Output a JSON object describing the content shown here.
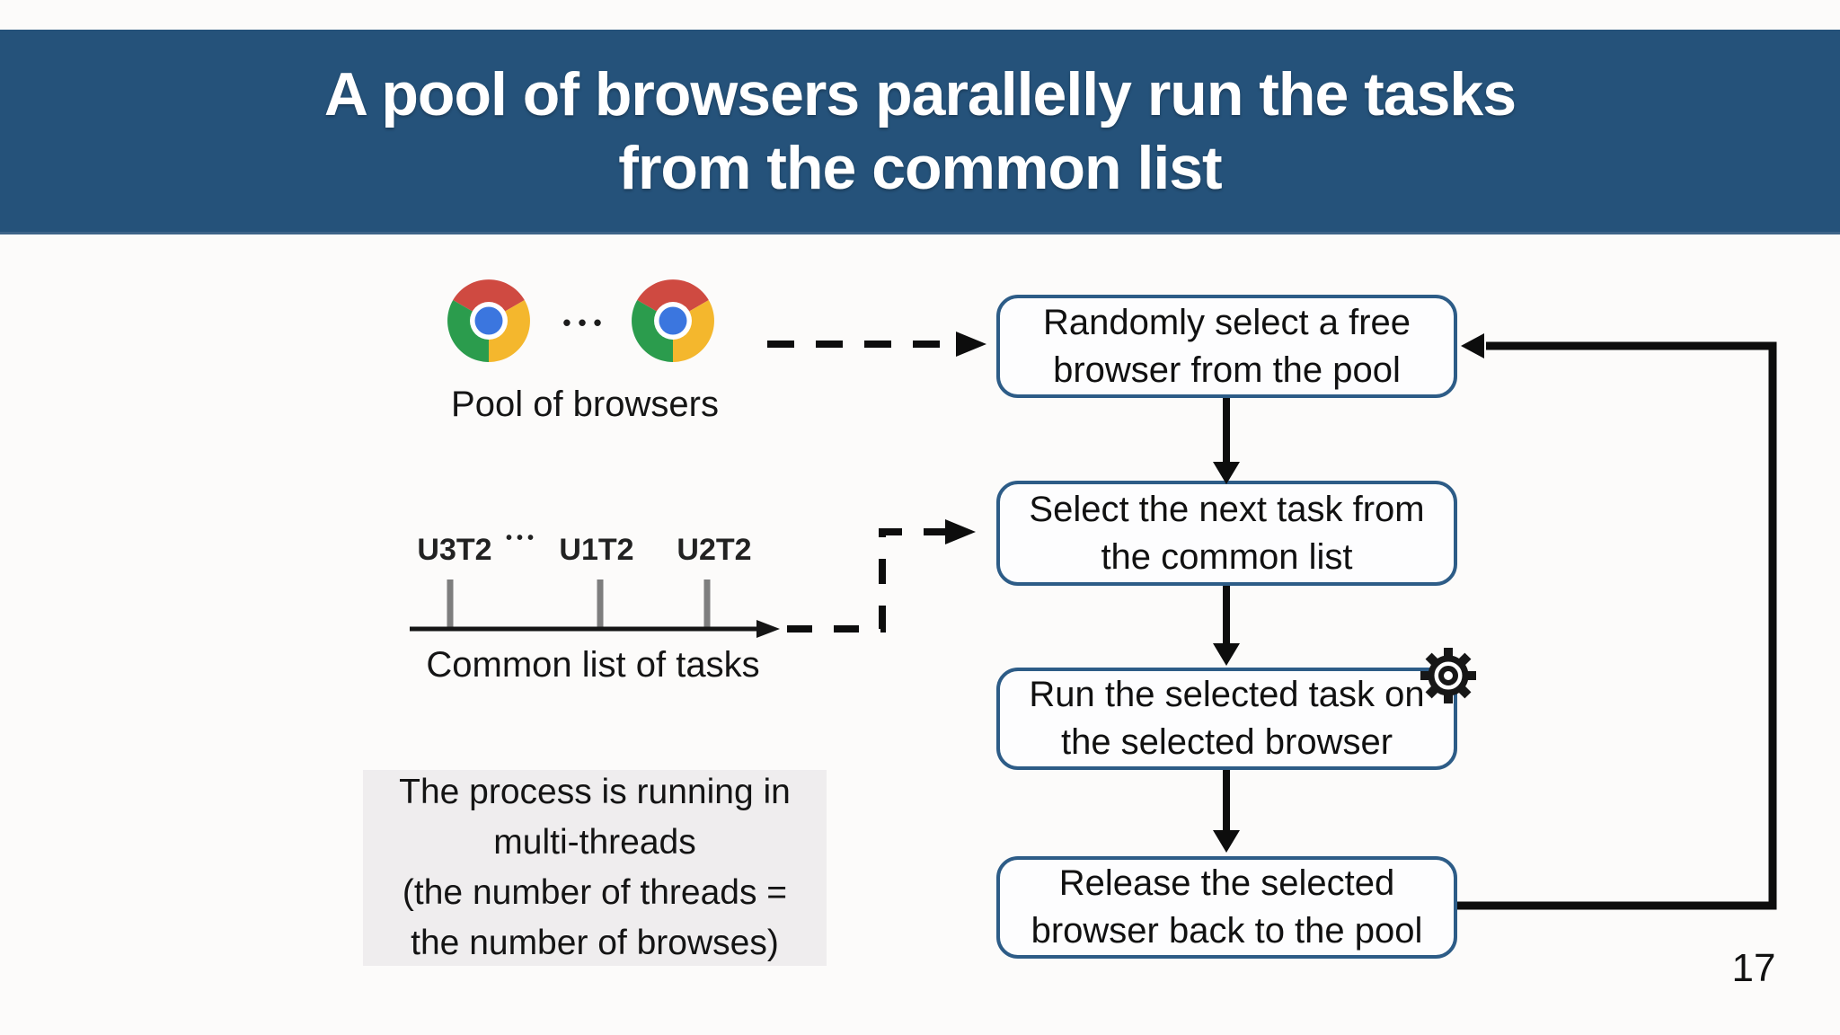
{
  "slide": {
    "title": {
      "line1": "A pool of browsers parallelly run the tasks",
      "line2": "from the common list"
    },
    "page_number": "17",
    "colors": {
      "header_bg": "#25527a",
      "box_border": "#2d5c87",
      "box_fill": "#fdfdfe",
      "note_bg": "#efedee",
      "arrow_black": "#0d0d0d",
      "tick_gray": "#7e7e7e",
      "chrome_red": "#cf4a41",
      "chrome_green": "#2b9c4d",
      "chrome_yellow": "#f4b72d",
      "chrome_blue": "#3b76df"
    }
  },
  "pool": {
    "label": "Pool of browsers",
    "ellipsis": "•••",
    "icons": [
      "chrome-icon",
      "chrome-icon"
    ]
  },
  "task_list": {
    "label": "Common list of tasks",
    "items": {
      "0": "U3T2",
      "1": "•••",
      "2": "U1T2",
      "3": "U2T2"
    }
  },
  "note": {
    "lines": {
      "0": "The process is running in",
      "1": "multi-threads",
      "2": "(the number of threads =",
      "3": "the number of browses)"
    }
  },
  "flowchart": {
    "steps": [
      {
        "line1": "Randomly select a free",
        "line2": "browser from the pool"
      },
      {
        "line1": "Select the next task from",
        "line2": "the common list"
      },
      {
        "line1": "Run the selected task on",
        "line2": "the selected browser",
        "icon": "gear-icon"
      },
      {
        "line1": "Release the selected",
        "line2": "browser back to the pool"
      }
    ]
  }
}
